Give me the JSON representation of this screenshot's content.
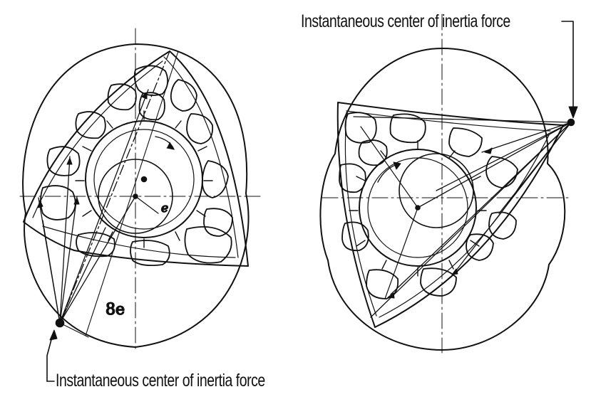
{
  "annotations": {
    "top_right_label": "Instantaneous center of inertia force",
    "bottom_left_label": "Instantaneous center of inertia force",
    "dimension_8e": "8e",
    "dimension_e": "e"
  },
  "colors": {
    "line": "#111111",
    "background": "#ffffff"
  }
}
